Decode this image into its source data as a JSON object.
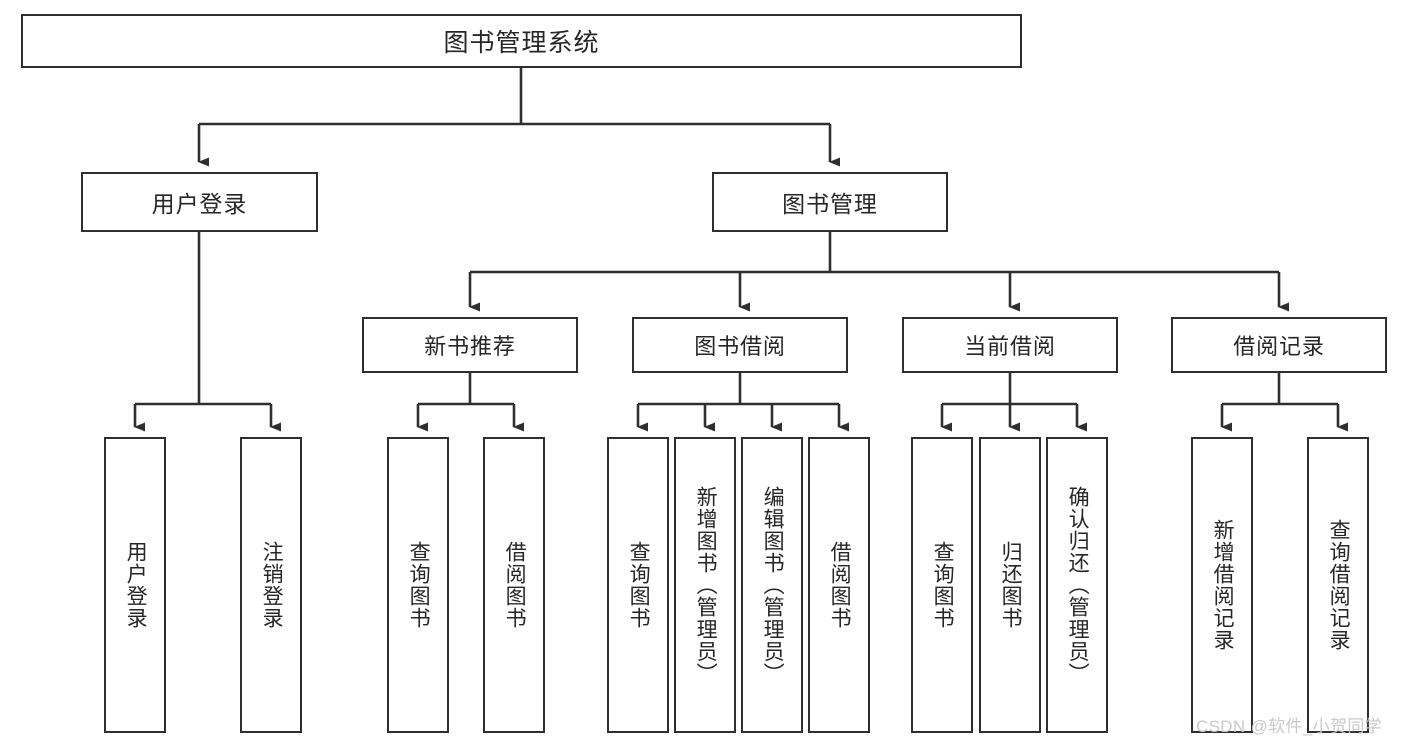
{
  "diagram": {
    "type": "tree-hierarchy",
    "title": "图书管理系统",
    "colors": {
      "box_border": "#2f2f2f",
      "box_fill": "#ffffff",
      "text": "#262626",
      "connector": "#2f2f2f",
      "watermark": "#c9c9c9",
      "background": "#ffffff"
    },
    "root": {
      "label": "图书管理系统"
    },
    "level2": [
      {
        "label": "用户登录"
      },
      {
        "label": "图书管理"
      }
    ],
    "level3": [
      {
        "label": "新书推荐"
      },
      {
        "label": "图书借阅"
      },
      {
        "label": "当前借阅"
      },
      {
        "label": "借阅记录"
      }
    ],
    "leaves": {
      "user_login": [
        {
          "label": "用户登录"
        },
        {
          "label": "注销登录"
        }
      ],
      "new_book_recommend": [
        {
          "label": "查询图书"
        },
        {
          "label": "借阅图书"
        }
      ],
      "book_borrow": [
        {
          "label": "查询图书"
        },
        {
          "label": "新增图书（管理员）"
        },
        {
          "label": "编辑图书（管理员）"
        },
        {
          "label": "借阅图书"
        }
      ],
      "current_borrow": [
        {
          "label": "查询图书"
        },
        {
          "label": "归还图书"
        },
        {
          "label": "确认归还（管理员）"
        }
      ],
      "borrow_record": [
        {
          "label": "新增借阅记录"
        },
        {
          "label": "查询借阅记录"
        }
      ]
    }
  },
  "watermark": {
    "text": "CSDN @软件_小贺同学"
  }
}
